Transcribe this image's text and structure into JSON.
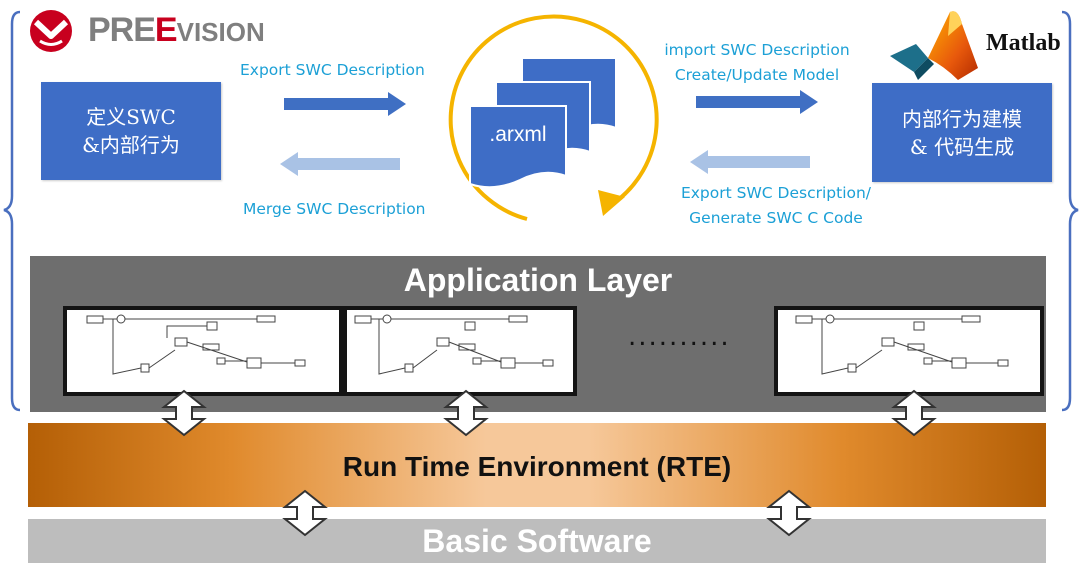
{
  "logos": {
    "preevision": {
      "part1": "PRE",
      "part2": "E",
      "part3": "VISION",
      "icon": "preevision-logo-icon"
    },
    "matlab": {
      "text": "Matlab",
      "icon": "matlab-membrane-icon"
    }
  },
  "boxes": {
    "define_swc": "定义SWC\n&内部行为",
    "model_codegen": "内部行为建模\n& 代码生成"
  },
  "labels": {
    "export_swc": "Export SWC Description",
    "merge_swc": "Merge SWC Description",
    "import_swc_line1": "import SWC Description",
    "import_swc_line2": "Create/Update Model",
    "export_gen_line1": "Export SWC Description/",
    "export_gen_line2": "Generate SWC C Code"
  },
  "document": {
    "label": ".arxml"
  },
  "layers": {
    "application": "Application Layer",
    "dots": "..........",
    "rte": "Run Time Environment (RTE)",
    "bsw": "Basic Software"
  },
  "colors": {
    "box_blue": "#3e6dc6",
    "label_cyan": "#1ca0d6",
    "cycle_gold": "#f5b400",
    "arrow_dark": "#3f6fc3",
    "arrow_light": "#a9c2e5",
    "app_gray": "#6e6e6e",
    "bsw_gray": "#bdbdbd",
    "rte_orange": "#e08a2c"
  }
}
